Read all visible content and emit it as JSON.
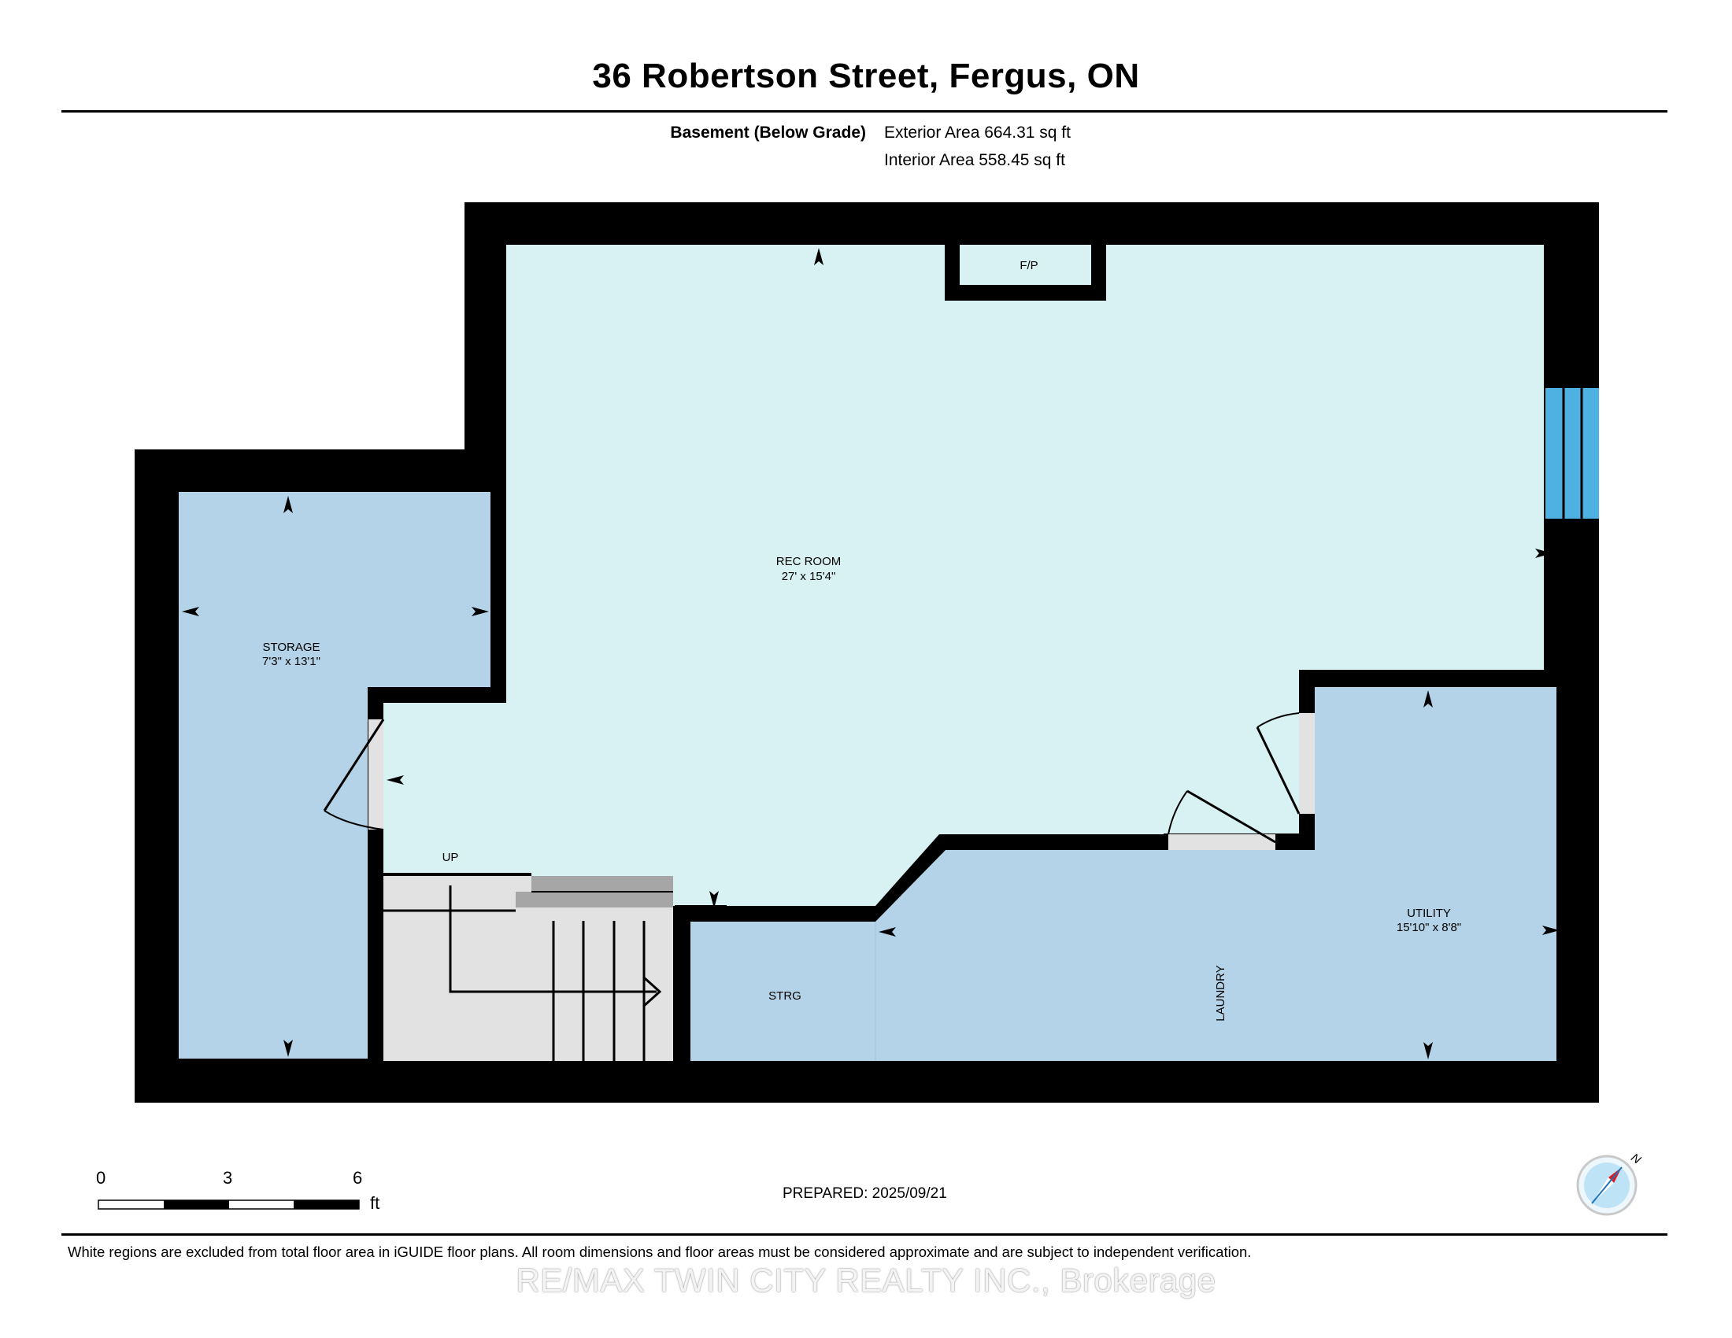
{
  "header": {
    "title": "36 Robertson Street, Fergus, ON"
  },
  "area_summary": {
    "level_label": "Basement (Below Grade)",
    "exterior_area": "Exterior Area 664.31 sq ft",
    "interior_area": "Interior Area 558.45 sq ft"
  },
  "rooms": {
    "rec_room": {
      "name": "REC ROOM",
      "dims": "27' x 15'4\""
    },
    "storage": {
      "name": "STORAGE",
      "dims": "7'3\" x 13'1\""
    },
    "utility": {
      "name": "UTILITY",
      "dims": "15'10\" x 8'8\""
    },
    "fireplace": {
      "name": "F/P"
    },
    "strg": {
      "name": "STRG"
    },
    "laundry": {
      "name": "LAUNDRY"
    },
    "stairs": {
      "name": "UP"
    }
  },
  "scale_bar": {
    "ticks": [
      "0",
      "3",
      "6"
    ],
    "unit": "ft"
  },
  "compass": {
    "label": "N"
  },
  "footer": {
    "prepared": "PREPARED: 2025/09/21",
    "disclaimer": "White regions are excluded from total floor area in iGUIDE floor plans. All room dimensions and floor areas must be considered approximate and are subject to independent verification.",
    "watermark": "RE/MAX TWIN CITY REALTY INC., Brokerage"
  },
  "colors": {
    "wall": "#000000",
    "rec_room_fill": "#d8f1f3",
    "storage_fill": "#b4d3e8",
    "stairs_fill": "#e2e2e2",
    "window": "#4fb1e2",
    "compass_needle": "#e0191f"
  }
}
